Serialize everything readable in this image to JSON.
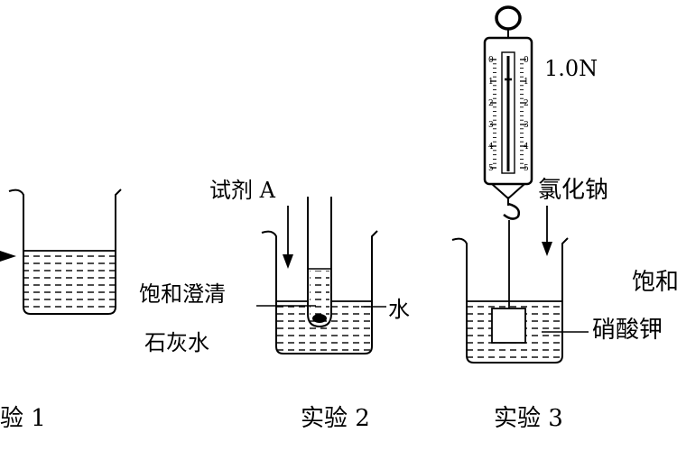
{
  "experiment1": {
    "caption": "验 1"
  },
  "experiment2": {
    "caption": "实验 2",
    "reagent_label": "试剂 A",
    "solution_label_line1": "饱和澄清",
    "solution_label_line2": "石灰水",
    "water_label": "水"
  },
  "experiment3": {
    "caption": "实验 3",
    "scale_reading": "1.0N",
    "salt_label": "氯化钠",
    "solution_label_line1": "饱和",
    "solution_label_line2": "硝酸钾",
    "scale_ticks": [
      "0",
      "1",
      "2",
      "3",
      "4",
      "5"
    ]
  }
}
